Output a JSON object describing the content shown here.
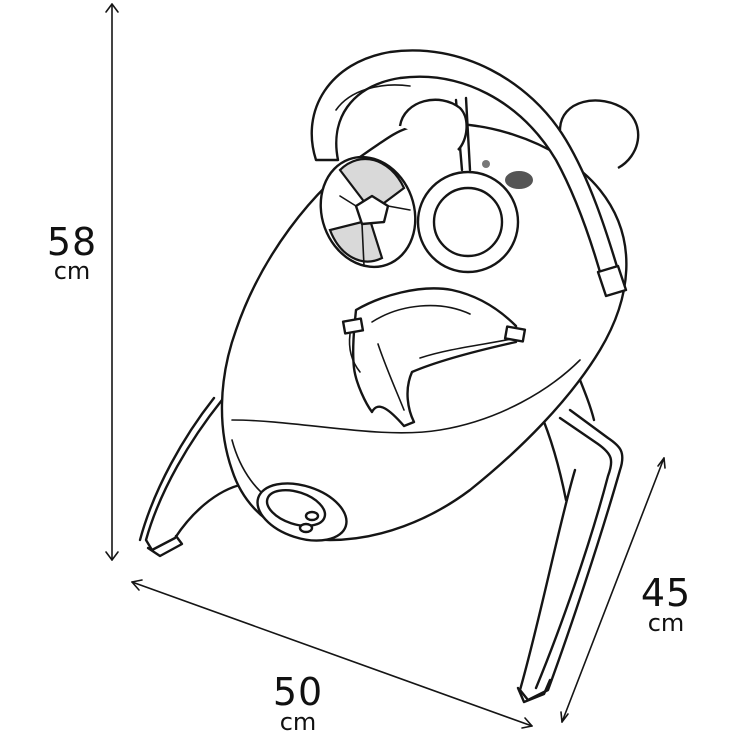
{
  "dimensions": {
    "height": {
      "value": "58",
      "unit": "cm"
    },
    "width": {
      "value": "50",
      "unit": "cm"
    },
    "depth": {
      "value": "45",
      "unit": "cm"
    }
  },
  "colors": {
    "line": "#151515",
    "background": "#ffffff",
    "shade": "#d9d9d9"
  }
}
